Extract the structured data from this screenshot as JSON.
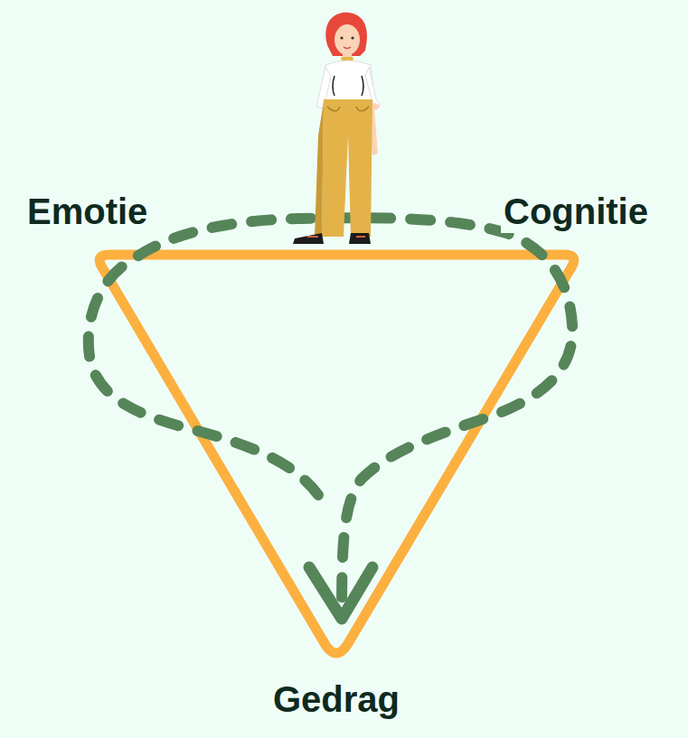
{
  "diagram": {
    "labels": [
      "Emotie",
      "Cognitie",
      "Gedrag"
    ]
  }
}
